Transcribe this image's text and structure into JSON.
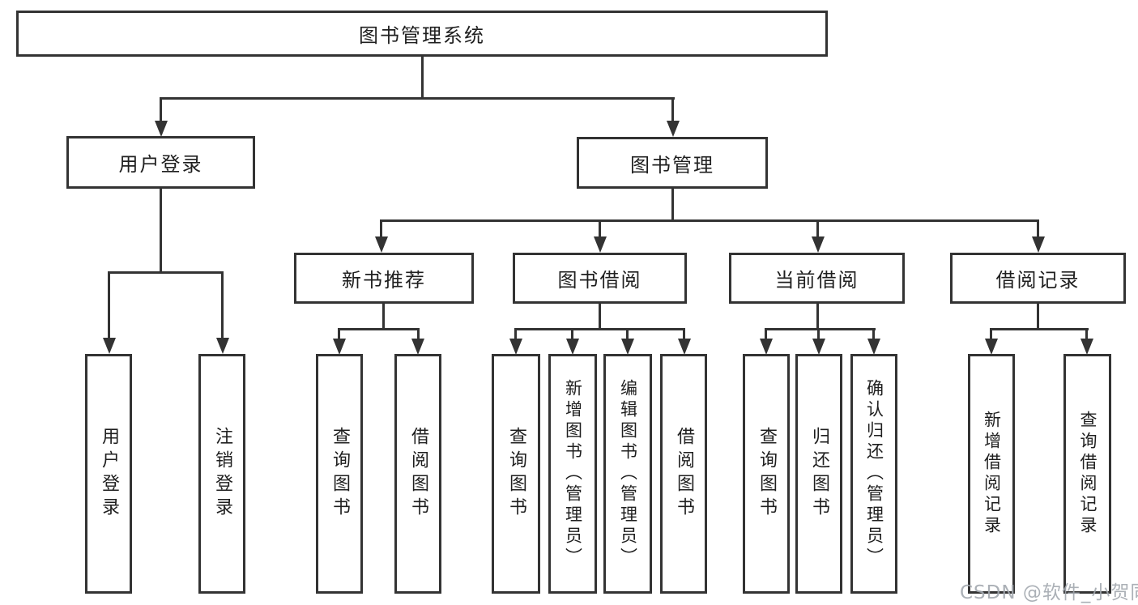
{
  "diagram": {
    "root": {
      "label": "图书管理系统"
    },
    "level2": [
      {
        "label": "用户登录",
        "children": [
          {
            "label": "用户登录"
          },
          {
            "label": "注销登录"
          }
        ]
      },
      {
        "label": "图书管理",
        "children": [
          {
            "label": "新书推荐",
            "children": [
              {
                "label": "查询图书"
              },
              {
                "label": "借阅图书"
              }
            ]
          },
          {
            "label": "图书借阅",
            "children": [
              {
                "label": "查询图书"
              },
              {
                "label": "新增图书（管理员）"
              },
              {
                "label": "编辑图书（管理员）"
              },
              {
                "label": "借阅图书"
              }
            ]
          },
          {
            "label": "当前借阅",
            "children": [
              {
                "label": "查询图书"
              },
              {
                "label": "归还图书"
              },
              {
                "label": "确认归还（管理员）"
              }
            ]
          },
          {
            "label": "借阅记录",
            "children": [
              {
                "label": "新增借阅记录"
              },
              {
                "label": "查询借阅记录"
              }
            ]
          }
        ]
      }
    ]
  },
  "watermark": {
    "text": "CSDN @软件_小贺同学"
  },
  "colors": {
    "line": "#333333",
    "text": "#1f1f1f",
    "watermark": "#a2a8af",
    "background": "#ffffff"
  }
}
